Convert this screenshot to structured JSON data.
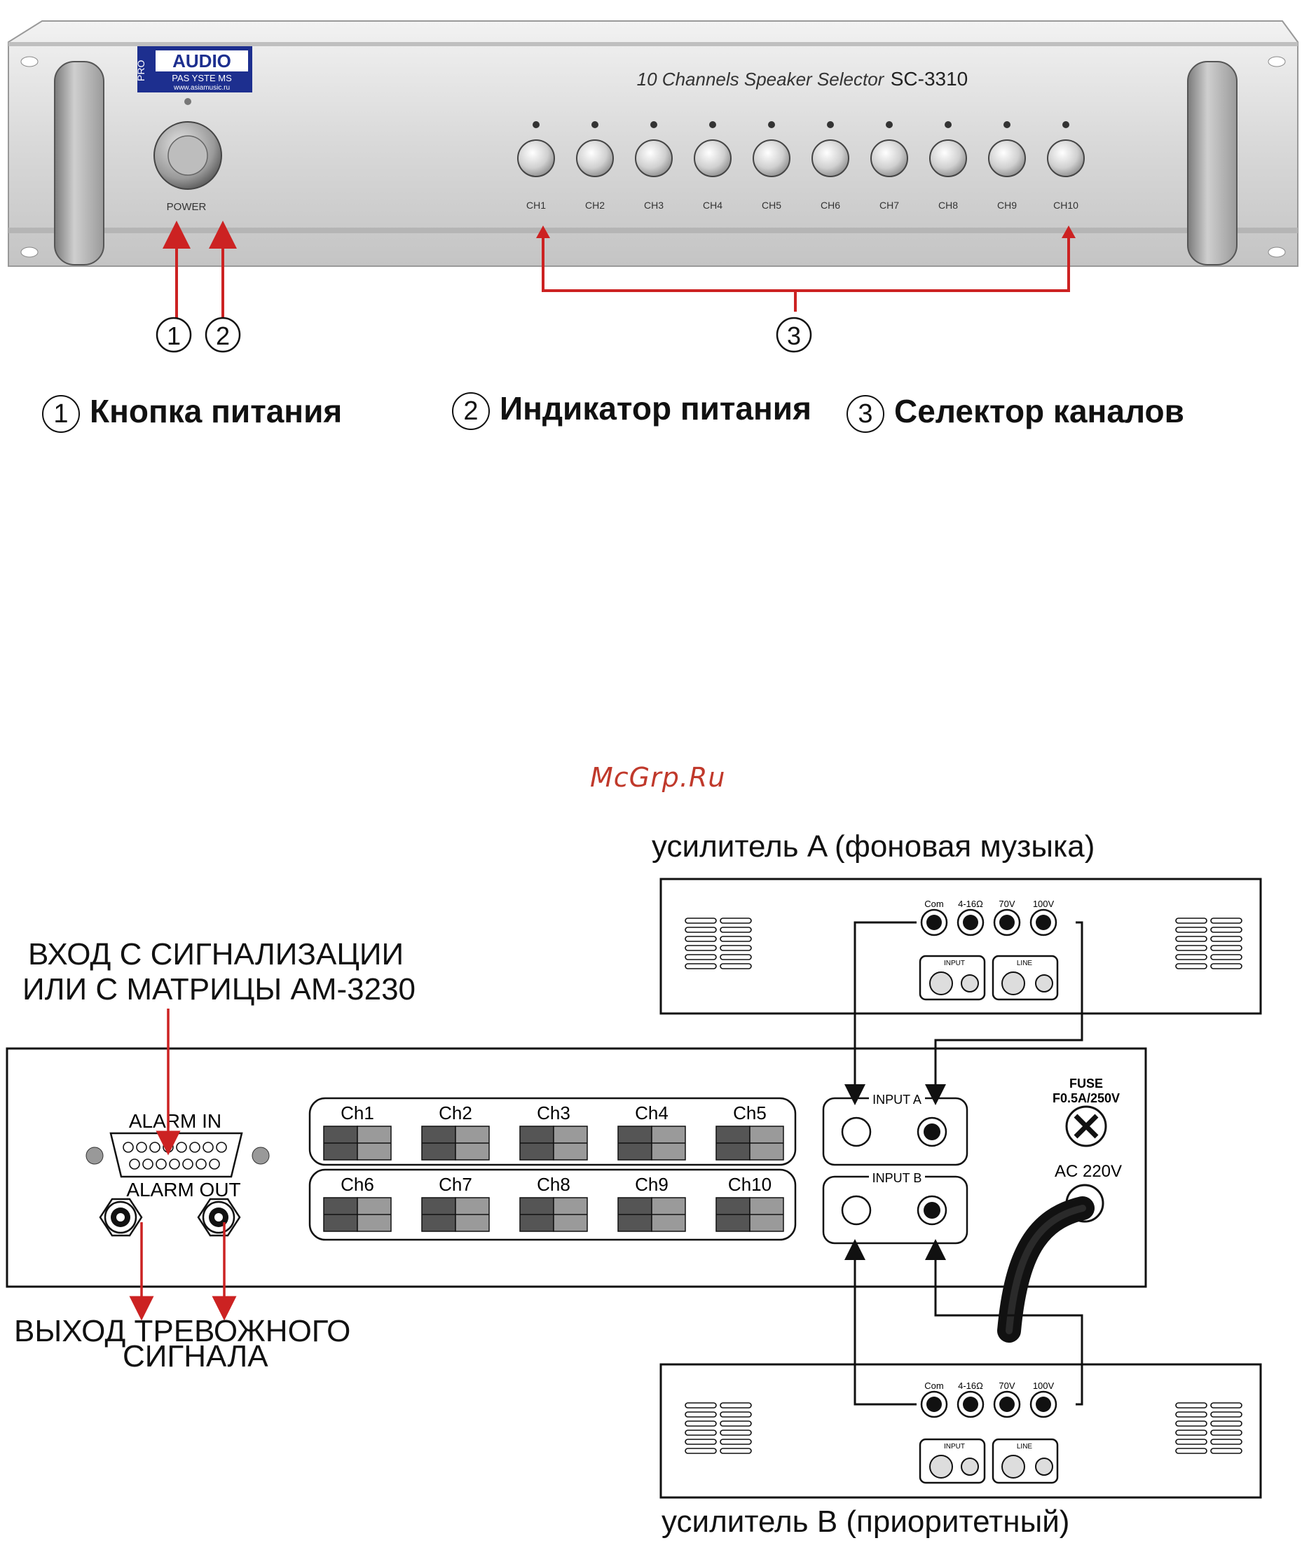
{
  "front_panel": {
    "logo_pro": "PRO",
    "logo_audio": "AUDIO",
    "logo_sub": "PAS YSTE MS",
    "logo_url": "www.asiamusic.ru",
    "model_desc": "10 Channels Speaker Selector",
    "model": "SC-3310",
    "power_label": "POWER",
    "channels": [
      "CH1",
      "CH2",
      "CH3",
      "CH4",
      "CH5",
      "CH6",
      "CH7",
      "CH8",
      "CH9",
      "CH10"
    ]
  },
  "callouts": {
    "c1": "1",
    "c2": "2",
    "c3": "3"
  },
  "legend": {
    "item1": {
      "num": "1",
      "text": "Кнопка питания"
    },
    "item2": {
      "num": "2",
      "text": "Индикатор питания"
    },
    "item3": {
      "num": "3",
      "text": "Селектор каналов"
    }
  },
  "watermark": "McGrp.Ru",
  "amp_a": {
    "title": "усилитель A (фоновая музыка)",
    "terminals": [
      "Com",
      "4-16Ω",
      "70V",
      "100V"
    ],
    "input_label": "INPUT",
    "line_label": "LINE"
  },
  "amp_b": {
    "title": "усилитель B (приоритетный)",
    "terminals": [
      "Com",
      "4-16Ω",
      "70V",
      "100V"
    ],
    "input_label": "INPUT",
    "line_label": "LINE"
  },
  "rear_panel": {
    "alarm_in": "ALARM IN",
    "alarm_out": "ALARM OUT",
    "channels_top": [
      "Ch1",
      "Ch2",
      "Ch3",
      "Ch4",
      "Ch5"
    ],
    "channels_bottom": [
      "Ch6",
      "Ch7",
      "Ch8",
      "Ch9",
      "Ch10"
    ],
    "input_a": "INPUT A",
    "input_b": "INPUT B",
    "fuse_title": "FUSE",
    "fuse_value": "F0.5A/250V",
    "ac": "AC 220V"
  },
  "labels": {
    "alarm_source_line1": "ВХОД С СИГНАЛИЗАЦИИ",
    "alarm_source_line2": "ИЛИ С МАТРИЦЫ AM-3230",
    "alarm_output_line1": "ВЫХОД ТРЕВОЖНОГО",
    "alarm_output_line2": "СИГНАЛА"
  },
  "colors": {
    "arrow": "#cc2222",
    "logo_blue": "#1d2f8f",
    "panel": "#dcdcdc"
  }
}
